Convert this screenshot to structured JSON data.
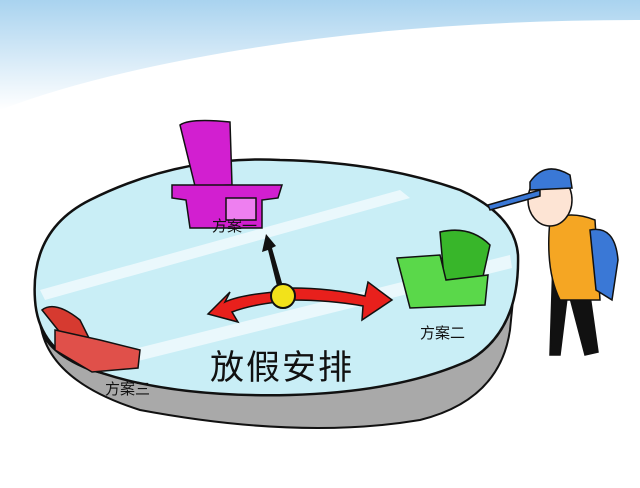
{
  "title": "放假安排",
  "options": [
    {
      "label": "方案一",
      "color": "#d21fd0"
    },
    {
      "label": "方案二",
      "color": "#3cc22c"
    },
    {
      "label": "方案三",
      "color": "#d63a30"
    }
  ],
  "colors": {
    "disc": "#c9eef6",
    "rim": "#a9a9a9",
    "arrow_red": "#e8201c",
    "arrow_black": "#111111",
    "pivot": "#f2e21a",
    "sky": "#bfe0f4"
  }
}
